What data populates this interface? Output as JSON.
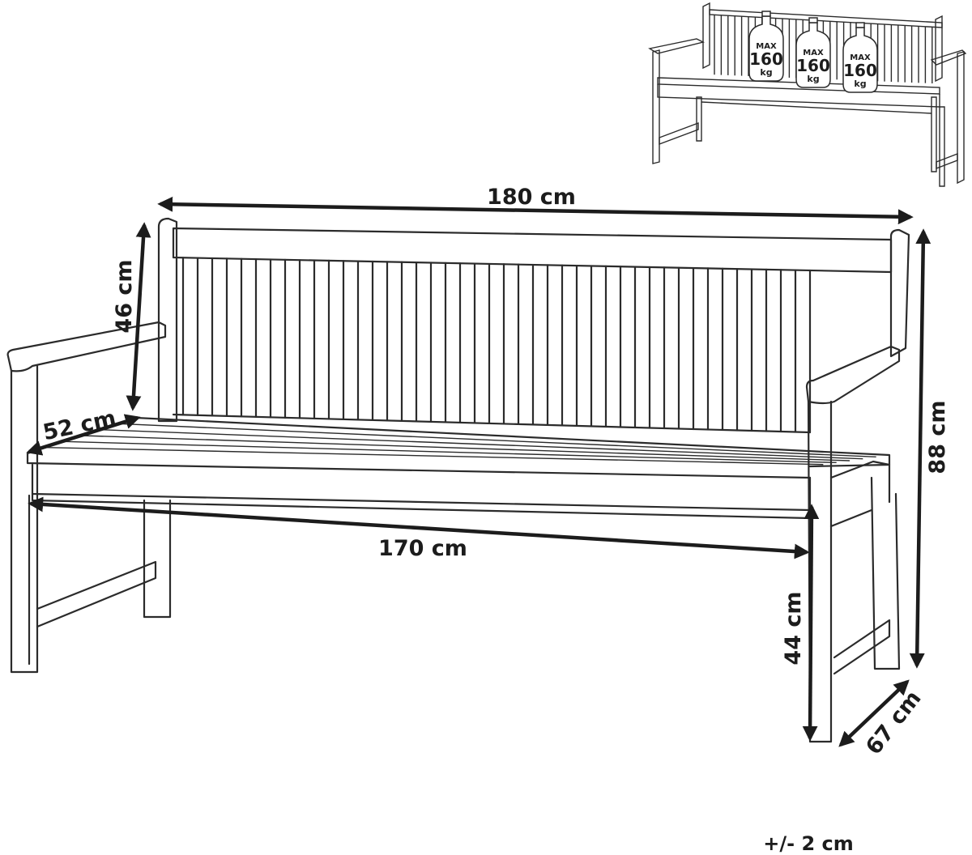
{
  "dimensions": {
    "width": "180 cm",
    "backrest_height": "46 cm",
    "seat_depth": "52 cm",
    "seat_width": "170 cm",
    "seat_height": "44 cm",
    "total_height": "88 cm",
    "total_depth": "67 cm",
    "tolerance": "+/- 2 cm"
  },
  "load_weights": [
    {
      "top": "MAX",
      "value": "160",
      "unit": "kg"
    },
    {
      "top": "MAX",
      "value": "160",
      "unit": "kg"
    },
    {
      "top": "MAX",
      "value": "160",
      "unit": "kg"
    }
  ]
}
